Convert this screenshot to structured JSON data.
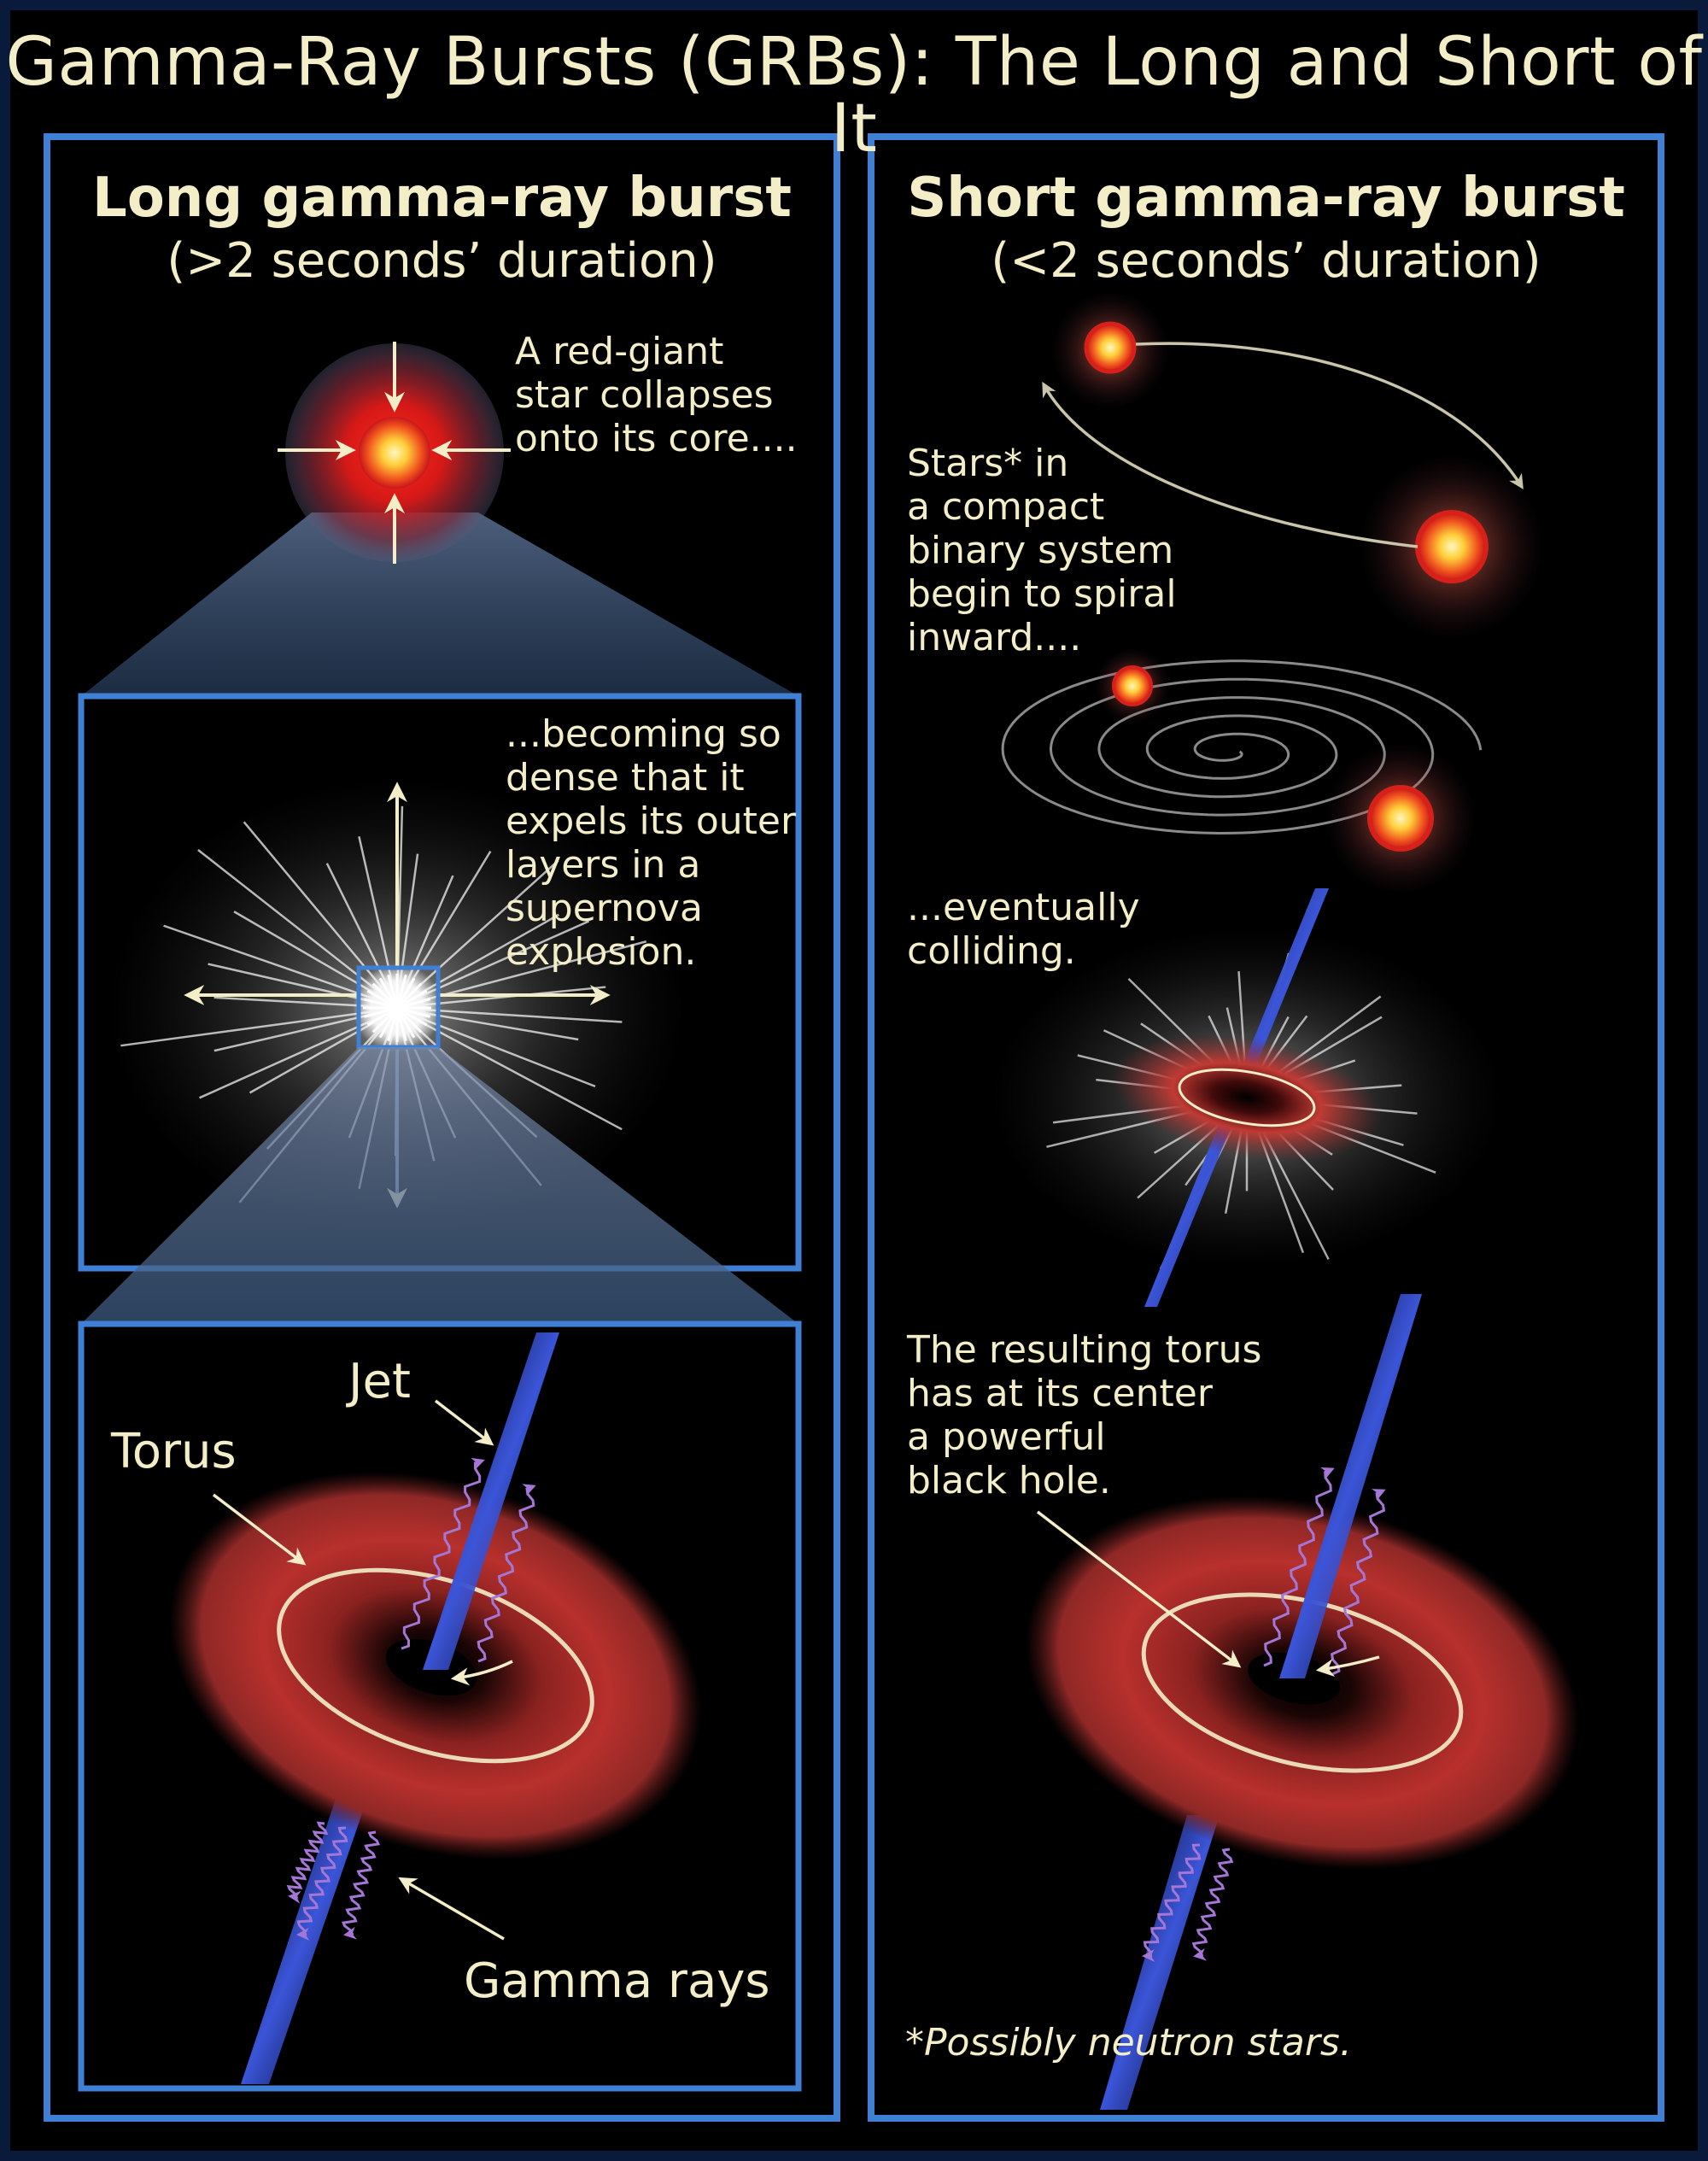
{
  "title": "Gamma-Ray Bursts (GRBs): The Long and Short of It",
  "colors": {
    "background": "#000000",
    "frame": "#0a1a3a",
    "panel_border": "#3f7fd4",
    "text": "#f3edc8",
    "star_red": "#e4261c",
    "star_core": "#ffd24a",
    "torus": "#b8302c",
    "jet": "#3b55d8",
    "gamma_ray": "#a476d6"
  },
  "long_burst": {
    "heading": "Long gamma-ray burst",
    "duration": "(>2 seconds’ duration)",
    "step1_lines": [
      "A red-giant",
      "star collapses",
      "onto its core...."
    ],
    "step2_lines": [
      "...becoming so",
      "dense that it",
      "expels its outer",
      "layers in a",
      "supernova",
      "explosion."
    ],
    "labels": {
      "jet": "Jet",
      "torus": "Torus",
      "gamma_rays": "Gamma rays"
    }
  },
  "short_burst": {
    "heading": "Short gamma-ray burst",
    "duration": "(<2 seconds’ duration)",
    "step1_lines": [
      "Stars* in",
      "a compact",
      "binary system",
      "begin to spiral",
      "inward...."
    ],
    "step2_lines": [
      "...eventually",
      "colliding."
    ],
    "step3_lines": [
      "The resulting torus",
      "has at its center",
      "a powerful",
      "black hole."
    ],
    "footnote": "*Possibly neutron stars."
  }
}
